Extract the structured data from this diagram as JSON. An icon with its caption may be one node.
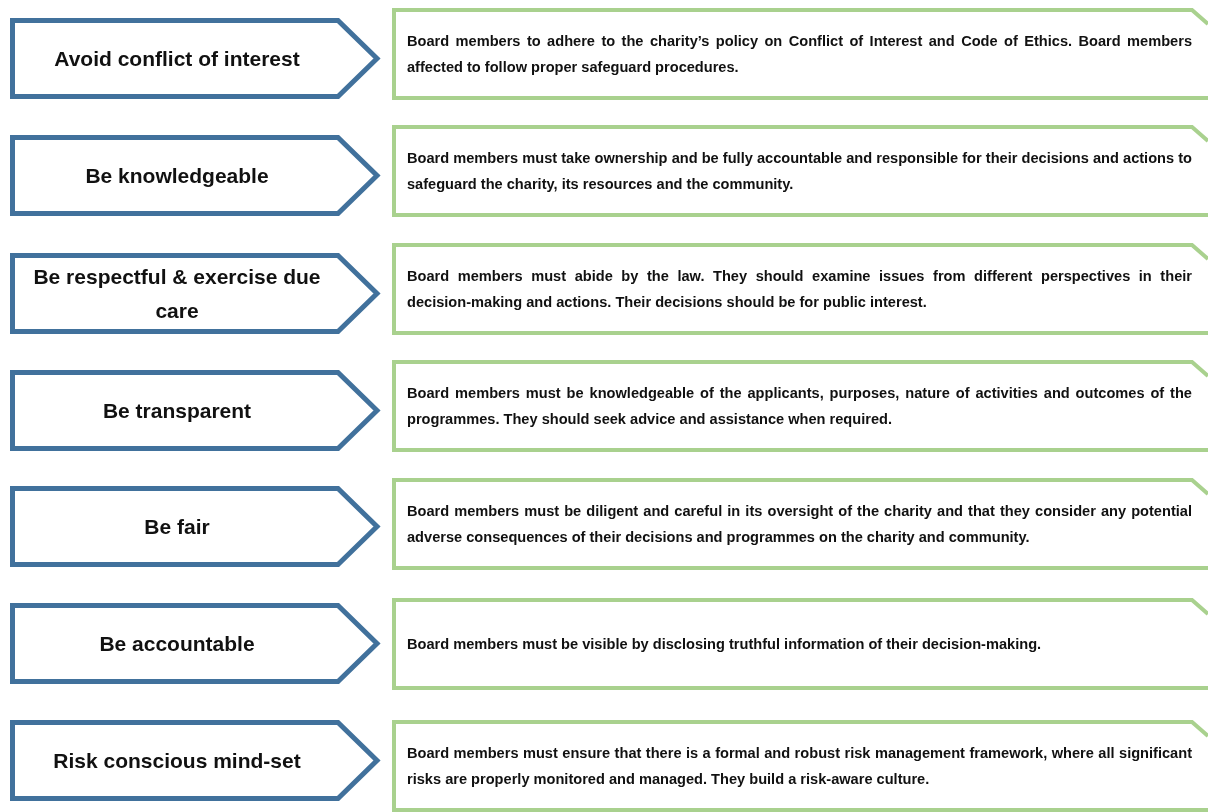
{
  "diagram": {
    "nodes": [
      {
        "text": [
          "Avoid conflict of interest"
        ]
      },
      {
        "text": [
          "Board members to adhere to the charity’s policy on Conflict of Interest and Code of Ethics. Board members affected to follow proper safeguard procedures."
        ]
      },
      {
        "text": [
          "Be knowledgeable"
        ]
      },
      {
        "text": [
          "Board members must take ownership and be fully accountable and responsible for their decisions and actions to safeguard the charity, its resources and the community."
        ]
      },
      {
        "text": [
          "Be respectful & exercise due care"
        ]
      },
      {
        "text": [
          "Board members must abide by the law.  They should examine issues from different perspectives in their decision-making and actions. Their decisions should be for public interest."
        ]
      },
      {
        "text": [
          "Be transparent"
        ]
      },
      {
        "text": [
          "Board members must be knowledgeable of the applicants, purposes, nature of activities and outcomes of the programmes. They should seek advice and assistance when required."
        ]
      },
      {
        "text": [
          "Be fair"
        ]
      },
      {
        "text": [
          "Board members must be diligent and careful in its oversight of the charity and that they consider any potential adverse consequences of their decisions and programmes on the charity and community."
        ]
      },
      {
        "text": [
          "Be accountable"
        ]
      },
      {
        "text": [
          "Board members must be visible by disclosing truthful information of their decision-making."
        ]
      },
      {
        "text": [
          "Risk conscious mind-set"
        ]
      },
      {
        "text": [
          "Board members must ensure that there is a formal and robust risk management framework, where all significant risks are properly monitored and managed. They build a risk-aware culture."
        ]
      }
    ]
  }
}
